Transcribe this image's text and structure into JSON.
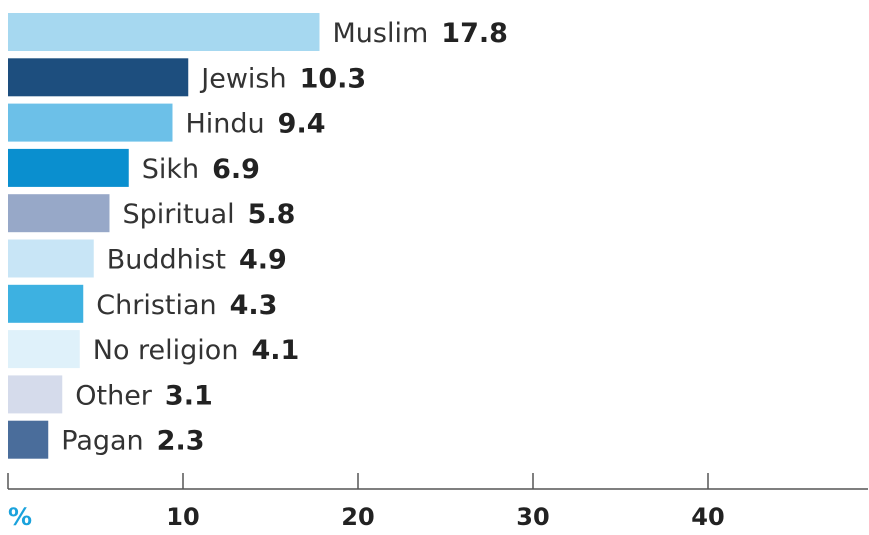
{
  "chart_data": {
    "type": "bar",
    "orientation": "horizontal",
    "categories": [
      "Muslim",
      "Jewish",
      "Hindu",
      "Sikh",
      "Spiritual",
      "Buddhist",
      "Christian",
      "No religion",
      "Other",
      "Pagan"
    ],
    "values": [
      17.8,
      10.3,
      9.4,
      6.9,
      5.8,
      4.9,
      4.3,
      4.1,
      3.1,
      2.3
    ],
    "colors": [
      "#a6d8f0",
      "#1d4e7e",
      "#6cc0e8",
      "#0a8fcf",
      "#97a8c8",
      "#c8e5f6",
      "#3db1e1",
      "#dff1fa",
      "#d5dbeb",
      "#4a6d9b"
    ],
    "unit": "%",
    "unit_color": "#1aa2dc",
    "xlim": [
      0,
      49
    ],
    "xticks": [
      10,
      20,
      30,
      40
    ],
    "grid": false,
    "legend": "none"
  }
}
